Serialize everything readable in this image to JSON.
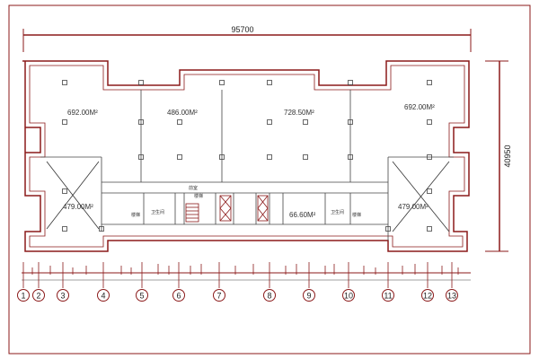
{
  "plan": {
    "colors": {
      "wall": "#8b1a1a",
      "grid": "#8b1a1a",
      "text": "#222222",
      "line": "#444444"
    },
    "dimensions": {
      "width": "95700",
      "depth": "40950"
    },
    "rooms": [
      {
        "id": "room-nw",
        "area": "692.00M²"
      },
      {
        "id": "room-nc",
        "area": "486.00M²"
      },
      {
        "id": "room-center",
        "area": "728.50M²"
      },
      {
        "id": "room-ne",
        "area": "692.00M²"
      },
      {
        "id": "room-sw",
        "area": "479.00M²"
      },
      {
        "id": "room-core",
        "area": "66.60M²"
      },
      {
        "id": "room-se",
        "area": "479.00M²"
      }
    ],
    "small_labels": [
      "前室",
      "卫生间",
      "楼梯",
      "卫生间",
      "楼梯",
      "楼梯"
    ],
    "axes": [
      "1",
      "2",
      "3",
      "4",
      "5",
      "6",
      "7",
      "8",
      "9",
      "10",
      "11",
      "12",
      "13"
    ]
  }
}
